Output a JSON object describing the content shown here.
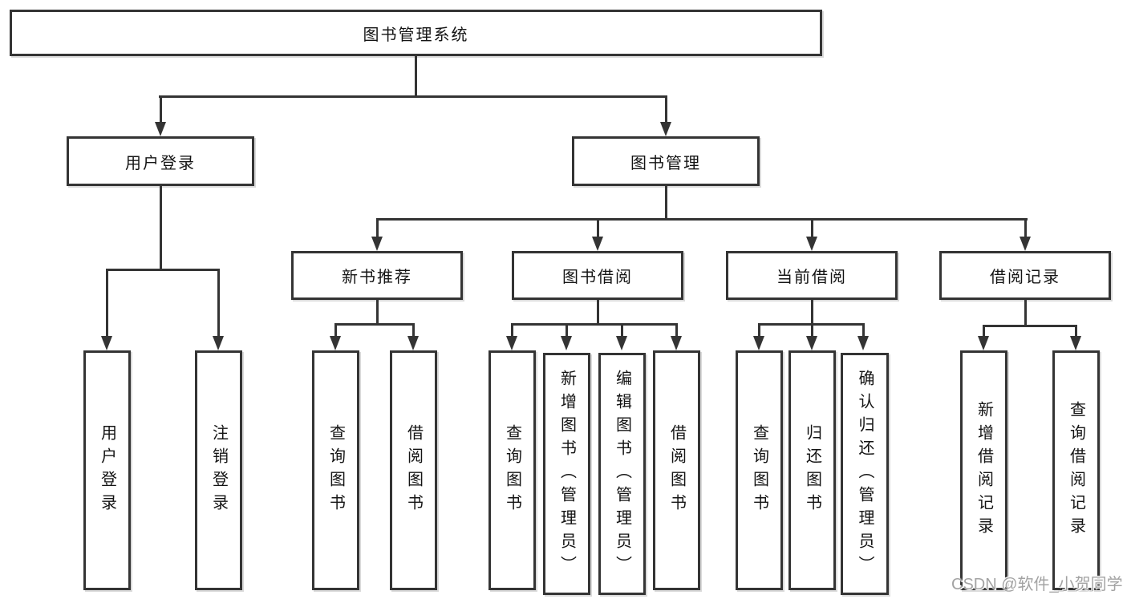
{
  "tree": {
    "label": "图书管理系统",
    "children": [
      {
        "label": "用户登录",
        "children": [
          {
            "label": "用户登录"
          },
          {
            "label": "注销登录"
          }
        ]
      },
      {
        "label": "图书管理",
        "children": [
          {
            "label": "新书推荐",
            "children": [
              {
                "label": "查询图书"
              },
              {
                "label": "借阅图书"
              }
            ]
          },
          {
            "label": "图书借阅",
            "children": [
              {
                "label": "查询图书"
              },
              {
                "label": "新增图书（管理员）"
              },
              {
                "label": "编辑图书（管理员）"
              },
              {
                "label": "借阅图书"
              }
            ]
          },
          {
            "label": "当前借阅",
            "children": [
              {
                "label": "查询图书"
              },
              {
                "label": "归还图书"
              },
              {
                "label": "确认归还（管理员）"
              }
            ]
          },
          {
            "label": "借阅记录",
            "children": [
              {
                "label": "新增借阅记录"
              },
              {
                "label": "查询借阅记录"
              }
            ]
          }
        ]
      }
    ]
  },
  "watermark": {
    "text": "CSDN @软件_小贺同学"
  },
  "colors": {
    "line": "#343434",
    "text": "#141414",
    "watermark": "#a3a3a3",
    "background": "#ffffff"
  }
}
